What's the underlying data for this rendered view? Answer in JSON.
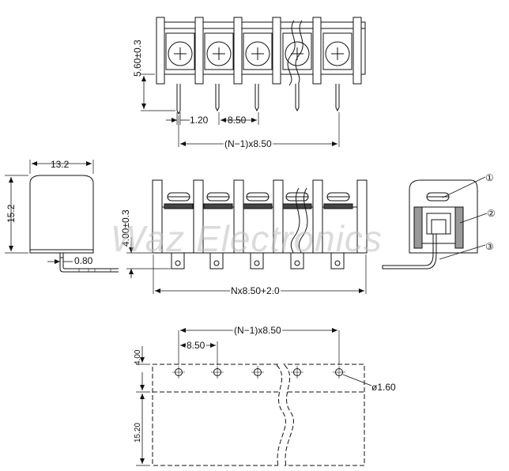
{
  "watermark": "Waz Electronics",
  "top_view": {
    "height_dim": "5.60±0.3",
    "pin_width_dim": "1.20",
    "pitch_dim": "8.50",
    "total_dim": "(N−1)x8.50"
  },
  "side_view": {
    "width_dim": "13.2",
    "height_dim": "15.2",
    "pin_thickness_dim": "0.80"
  },
  "front_view": {
    "pin_length_dim": "4.00±0.3",
    "total_width_dim": "Nx8.50+2.0"
  },
  "section_view": {
    "callouts": [
      "①",
      "②",
      "③"
    ]
  },
  "footprint": {
    "total_dim": "(N−1)x8.50",
    "pitch_dim": "8.50",
    "hole_dim": "ø1.60",
    "row_dim": "4.00",
    "depth_dim": "15.20"
  }
}
